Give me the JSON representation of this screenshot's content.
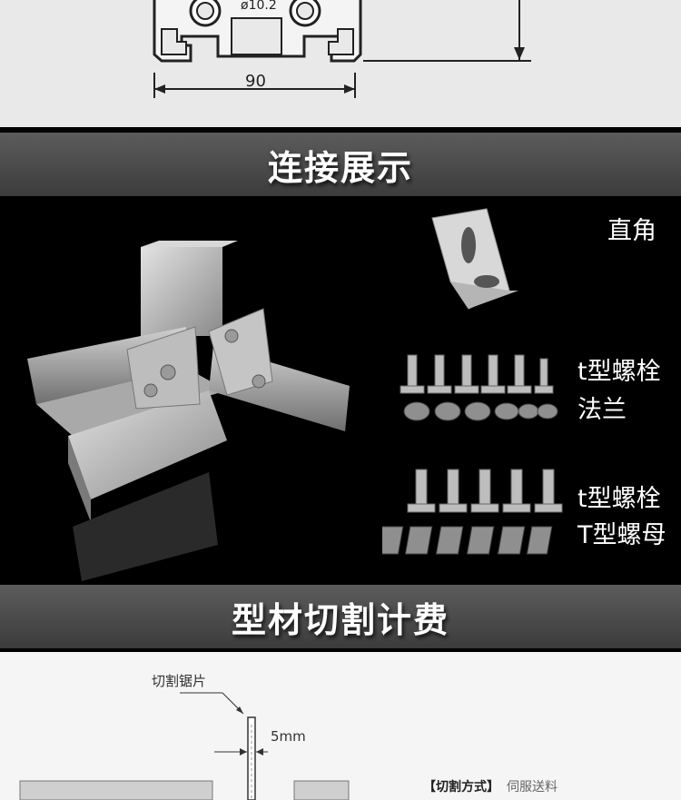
{
  "drawing": {
    "diameter_label": "ø10.2",
    "width_label": "90"
  },
  "banner1": {
    "title": "连接展示"
  },
  "panels": [
    {
      "line1": "直角",
      "line2": ""
    },
    {
      "line1": "t型螺栓",
      "line2": "法兰"
    },
    {
      "line1": "t型螺栓",
      "line2": "T型螺母"
    }
  ],
  "banner2": {
    "title": "型材切割计费"
  },
  "cutting": {
    "saw_label": "切割锯片",
    "thickness_label": "5mm",
    "method_label": "【切割方式】",
    "method_value": "伺服送料"
  },
  "colors": {
    "banner_bg": "#4a4a4a",
    "drawing_bg": "#e9e9e9",
    "aluminum": "#c8c8c8"
  }
}
